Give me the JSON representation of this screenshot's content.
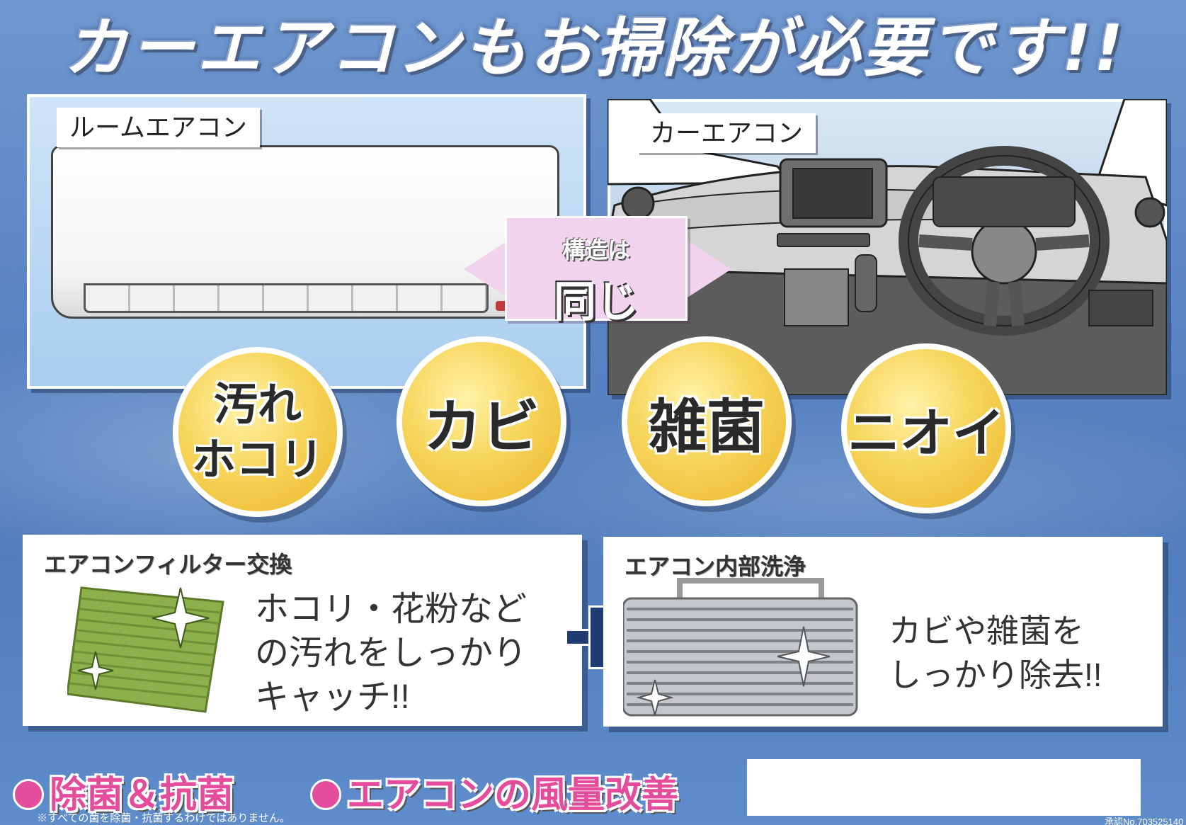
{
  "headline": "カーエアコンもお掃除が必要です!!",
  "room_tag": "ルームエアコン",
  "car_tag": "カーエアコン",
  "structure": {
    "line1": "構造は",
    "line2": "同じ"
  },
  "bubbles": [
    "汚れ\nホコリ",
    "カビ",
    "雑菌",
    "ニオイ"
  ],
  "filter_card": {
    "title": "エアコンフィルター交換",
    "text": "ホコリ・花粉など\nの汚れをしっかり\nキャッチ!!"
  },
  "cleaning_card": {
    "title": "エアコン内部洗浄",
    "text": "カビや雑菌を\nしっかり除去!!"
  },
  "features": [
    "除菌＆抗菌",
    "エアコンの風量改善"
  ],
  "footnote": "※すべての菌を除菌・抗菌するわけではありません。",
  "serial": "承認No.703525140",
  "colors": {
    "accent_pink": "#e44d9b",
    "bubble_yellow": "#f7d55c",
    "structure_pink": "#f2d3ee",
    "plus_navy": "#213b73",
    "background_blue": "#5b86c4"
  }
}
